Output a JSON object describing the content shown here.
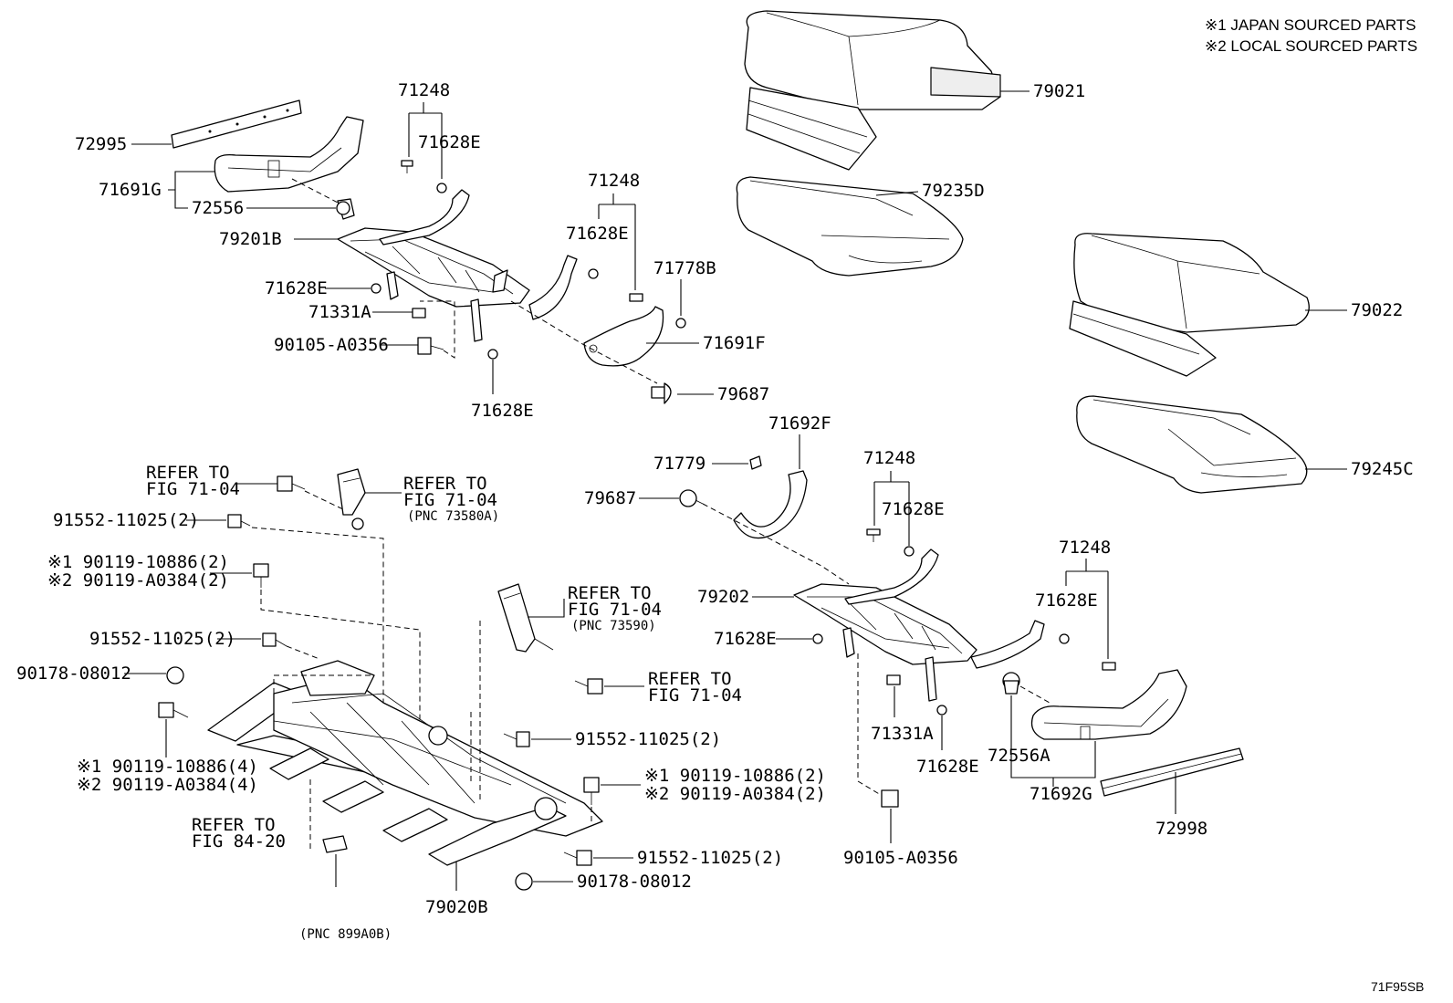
{
  "notes": [
    "※1 JAPAN SOURCED PARTS",
    "※2 LOCAL SOURCED PARTS"
  ],
  "figure_code": "71F95SB",
  "labels": {
    "p72995": "72995",
    "p71691G": "71691G",
    "p72556": "72556",
    "p79201B": "79201B",
    "p71248_a": "71248",
    "p71628E_a": "71628E",
    "p71248_b": "71248",
    "p71628E_b": "71628E",
    "p71778B": "71778B",
    "p71628E_c": "71628E",
    "p71331A_a": "71331A",
    "p90105_a": "90105-A0356",
    "p71691F": "71691F",
    "p79687_a": "79687",
    "p71628E_d": "71628E",
    "p79021": "79021",
    "p79235D": "79235D",
    "p79022": "79022",
    "p79245C": "79245C",
    "p71692F": "71692F",
    "p71779": "71779",
    "p79687_b": "79687",
    "p71248_c": "71248",
    "p71628E_e": "71628E",
    "p71248_d": "71248",
    "p71628E_f": "71628E",
    "p79202": "79202",
    "p71628E_g": "71628E",
    "p71331A_b": "71331A",
    "p71628E_h": "71628E",
    "p72556A": "72556A",
    "p71692G": "71692G",
    "p72998": "72998",
    "p90105_b": "90105-A0356",
    "refer1_l1": "REFER TO",
    "refer1_l2": "FIG 71-04",
    "refer2_l1": "REFER TO",
    "refer2_l2": "FIG 71-04",
    "refer2_pnc": "(PNC 73580A)",
    "p91552_a": "91552-11025(2)",
    "p90119_a1": "※1 90119-10886(2)",
    "p90119_a2": "※2 90119-A0384(2)",
    "refer3_l1": "REFER TO",
    "refer3_l2": "FIG 71-04",
    "refer3_pnc": "(PNC 73590)",
    "p91552_b": "91552-11025(2)",
    "p90178_a": "90178-08012",
    "refer4_l1": "REFER TO",
    "refer4_l2": "FIG 71-04",
    "p90119_b1": "※1 90119-10886(4)",
    "p90119_b2": "※2 90119-A0384(4)",
    "p91552_c": "91552-11025(2)",
    "p90119_c1": "※1 90119-10886(2)",
    "p90119_c2": "※2 90119-A0384(2)",
    "refer5_l1": "REFER TO",
    "refer5_l2": "FIG 84-20",
    "p91552_d": "91552-11025(2)",
    "p90178_b": "90178-08012",
    "p79020B": "79020B",
    "pnc_899": "(PNC 899A0B)"
  }
}
